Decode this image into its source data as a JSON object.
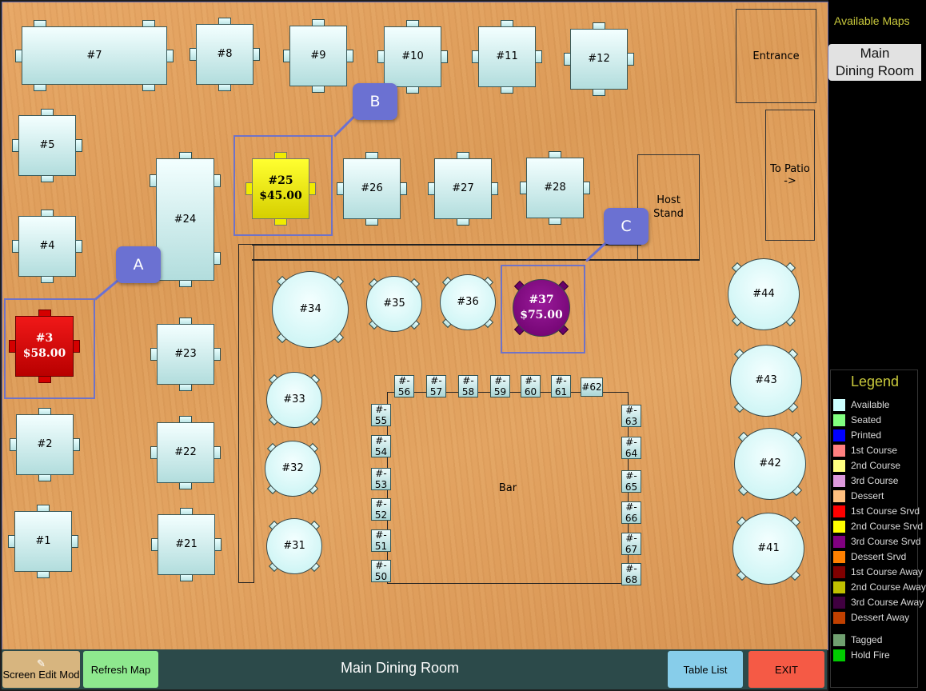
{
  "floor": {
    "rect_tables": [
      {
        "id": "7",
        "label": "#7"
      },
      {
        "id": "8",
        "label": "#8"
      },
      {
        "id": "9",
        "label": "#9"
      },
      {
        "id": "10",
        "label": "#10"
      },
      {
        "id": "11",
        "label": "#11"
      },
      {
        "id": "12",
        "label": "#12"
      },
      {
        "id": "5",
        "label": "#5"
      },
      {
        "id": "4",
        "label": "#4"
      },
      {
        "id": "24",
        "label": "#24"
      },
      {
        "id": "26",
        "label": "#26"
      },
      {
        "id": "27",
        "label": "#27"
      },
      {
        "id": "28",
        "label": "#28"
      },
      {
        "id": "23",
        "label": "#23"
      },
      {
        "id": "2",
        "label": "#2"
      },
      {
        "id": "22",
        "label": "#22"
      },
      {
        "id": "1",
        "label": "#1"
      },
      {
        "id": "21",
        "label": "#21"
      }
    ],
    "status_tables": [
      {
        "id": "3",
        "label": "#3",
        "amount": "$58.00",
        "status": "1st Course Srvd"
      },
      {
        "id": "25",
        "label": "#25",
        "amount": "$45.00",
        "status": "2nd Course Srvd"
      },
      {
        "id": "37",
        "label": "#37",
        "amount": "$75.00",
        "status": "3rd Course Srvd"
      }
    ],
    "round_tables": [
      {
        "id": "34",
        "label": "#34"
      },
      {
        "id": "35",
        "label": "#35"
      },
      {
        "id": "36",
        "label": "#36"
      },
      {
        "id": "33",
        "label": "#33"
      },
      {
        "id": "32",
        "label": "#32"
      },
      {
        "id": "31",
        "label": "#31"
      },
      {
        "id": "44",
        "label": "#44"
      },
      {
        "id": "43",
        "label": "#43"
      },
      {
        "id": "42",
        "label": "#42"
      },
      {
        "id": "41",
        "label": "#41"
      }
    ],
    "bar_seats": [
      {
        "id": "56",
        "label": "#-\n56"
      },
      {
        "id": "57",
        "label": "#-\n57"
      },
      {
        "id": "58",
        "label": "#-\n58"
      },
      {
        "id": "59",
        "label": "#-\n59"
      },
      {
        "id": "60",
        "label": "#-\n60"
      },
      {
        "id": "61",
        "label": "#-\n61"
      },
      {
        "id": "62",
        "label": "#62"
      },
      {
        "id": "55",
        "label": "#-\n55"
      },
      {
        "id": "54",
        "label": "#-\n54"
      },
      {
        "id": "53",
        "label": "#-\n53"
      },
      {
        "id": "52",
        "label": "#-\n52"
      },
      {
        "id": "51",
        "label": "#-\n51"
      },
      {
        "id": "50",
        "label": "#-\n50"
      },
      {
        "id": "63",
        "label": "#-\n63"
      },
      {
        "id": "64",
        "label": "#-\n64"
      },
      {
        "id": "65",
        "label": "#-\n65"
      },
      {
        "id": "66",
        "label": "#-\n66"
      },
      {
        "id": "67",
        "label": "#-\n67"
      },
      {
        "id": "68",
        "label": "#-\n68"
      }
    ],
    "zones": {
      "entrance": "Entrance",
      "patio": "To Patio\n->",
      "host": "Host\nStand",
      "bar": "Bar"
    },
    "callouts": [
      "A",
      "B",
      "C"
    ]
  },
  "sidebar": {
    "maps_title": "Available Maps",
    "maps": [
      {
        "label": "Main\nDining Room"
      }
    ],
    "legend_title": "Legend",
    "legend": [
      {
        "label": "Available",
        "color": "#ccffff"
      },
      {
        "label": "Seated",
        "color": "#80ff80"
      },
      {
        "label": "Printed",
        "color": "#0000ff"
      },
      {
        "label": "1st Course",
        "color": "#ff8080"
      },
      {
        "label": "2nd Course",
        "color": "#ffff80"
      },
      {
        "label": "3rd Course",
        "color": "#dd99dd"
      },
      {
        "label": "Dessert",
        "color": "#ffc080"
      },
      {
        "label": "1st Course Srvd",
        "color": "#ff0000"
      },
      {
        "label": "2nd Course Srvd",
        "color": "#ffff00"
      },
      {
        "label": "3rd Course Srvd",
        "color": "#800080"
      },
      {
        "label": "Dessert Srvd",
        "color": "#ff8000"
      },
      {
        "label": "1st Course Away",
        "color": "#800000"
      },
      {
        "label": "2nd Course Away",
        "color": "#c0c000"
      },
      {
        "label": "3rd Course Away",
        "color": "#400040"
      },
      {
        "label": "Dessert Away",
        "color": "#c04000"
      },
      {
        "label": "Tagged",
        "color": "#70a070"
      },
      {
        "label": "Hold Fire",
        "color": "#00cc00"
      }
    ]
  },
  "bottom_bar": {
    "screen_edit_label": "Screen Edit Mod",
    "refresh_label": "Refresh Map",
    "title": "Main Dining Room",
    "table_list_label": "Table List",
    "exit_label": "EXIT"
  }
}
